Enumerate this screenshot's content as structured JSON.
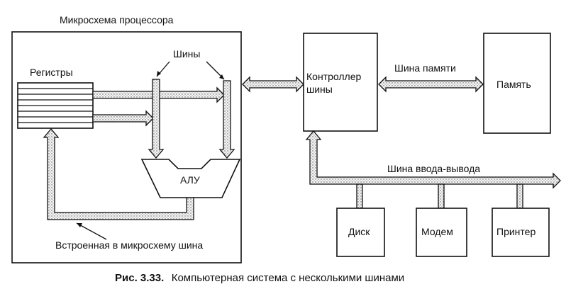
{
  "labels": {
    "chip_title": "Микросхема процессора",
    "registers": "Регистры",
    "buses": "Шины",
    "alu": "АЛУ",
    "internal_bus": "Встроенная в микросхему шина",
    "bus_controller_line1": "Контроллер",
    "bus_controller_line2": "шины",
    "memory_bus": "Шина памяти",
    "memory": "Память",
    "io_bus": "Шина ввода-вывода",
    "disk": "Диск",
    "modem": "Модем",
    "printer": "Принтер"
  },
  "caption": {
    "prefix": "Рис. 3.33.",
    "text": "Компьютерная система с несколькими шинами"
  }
}
